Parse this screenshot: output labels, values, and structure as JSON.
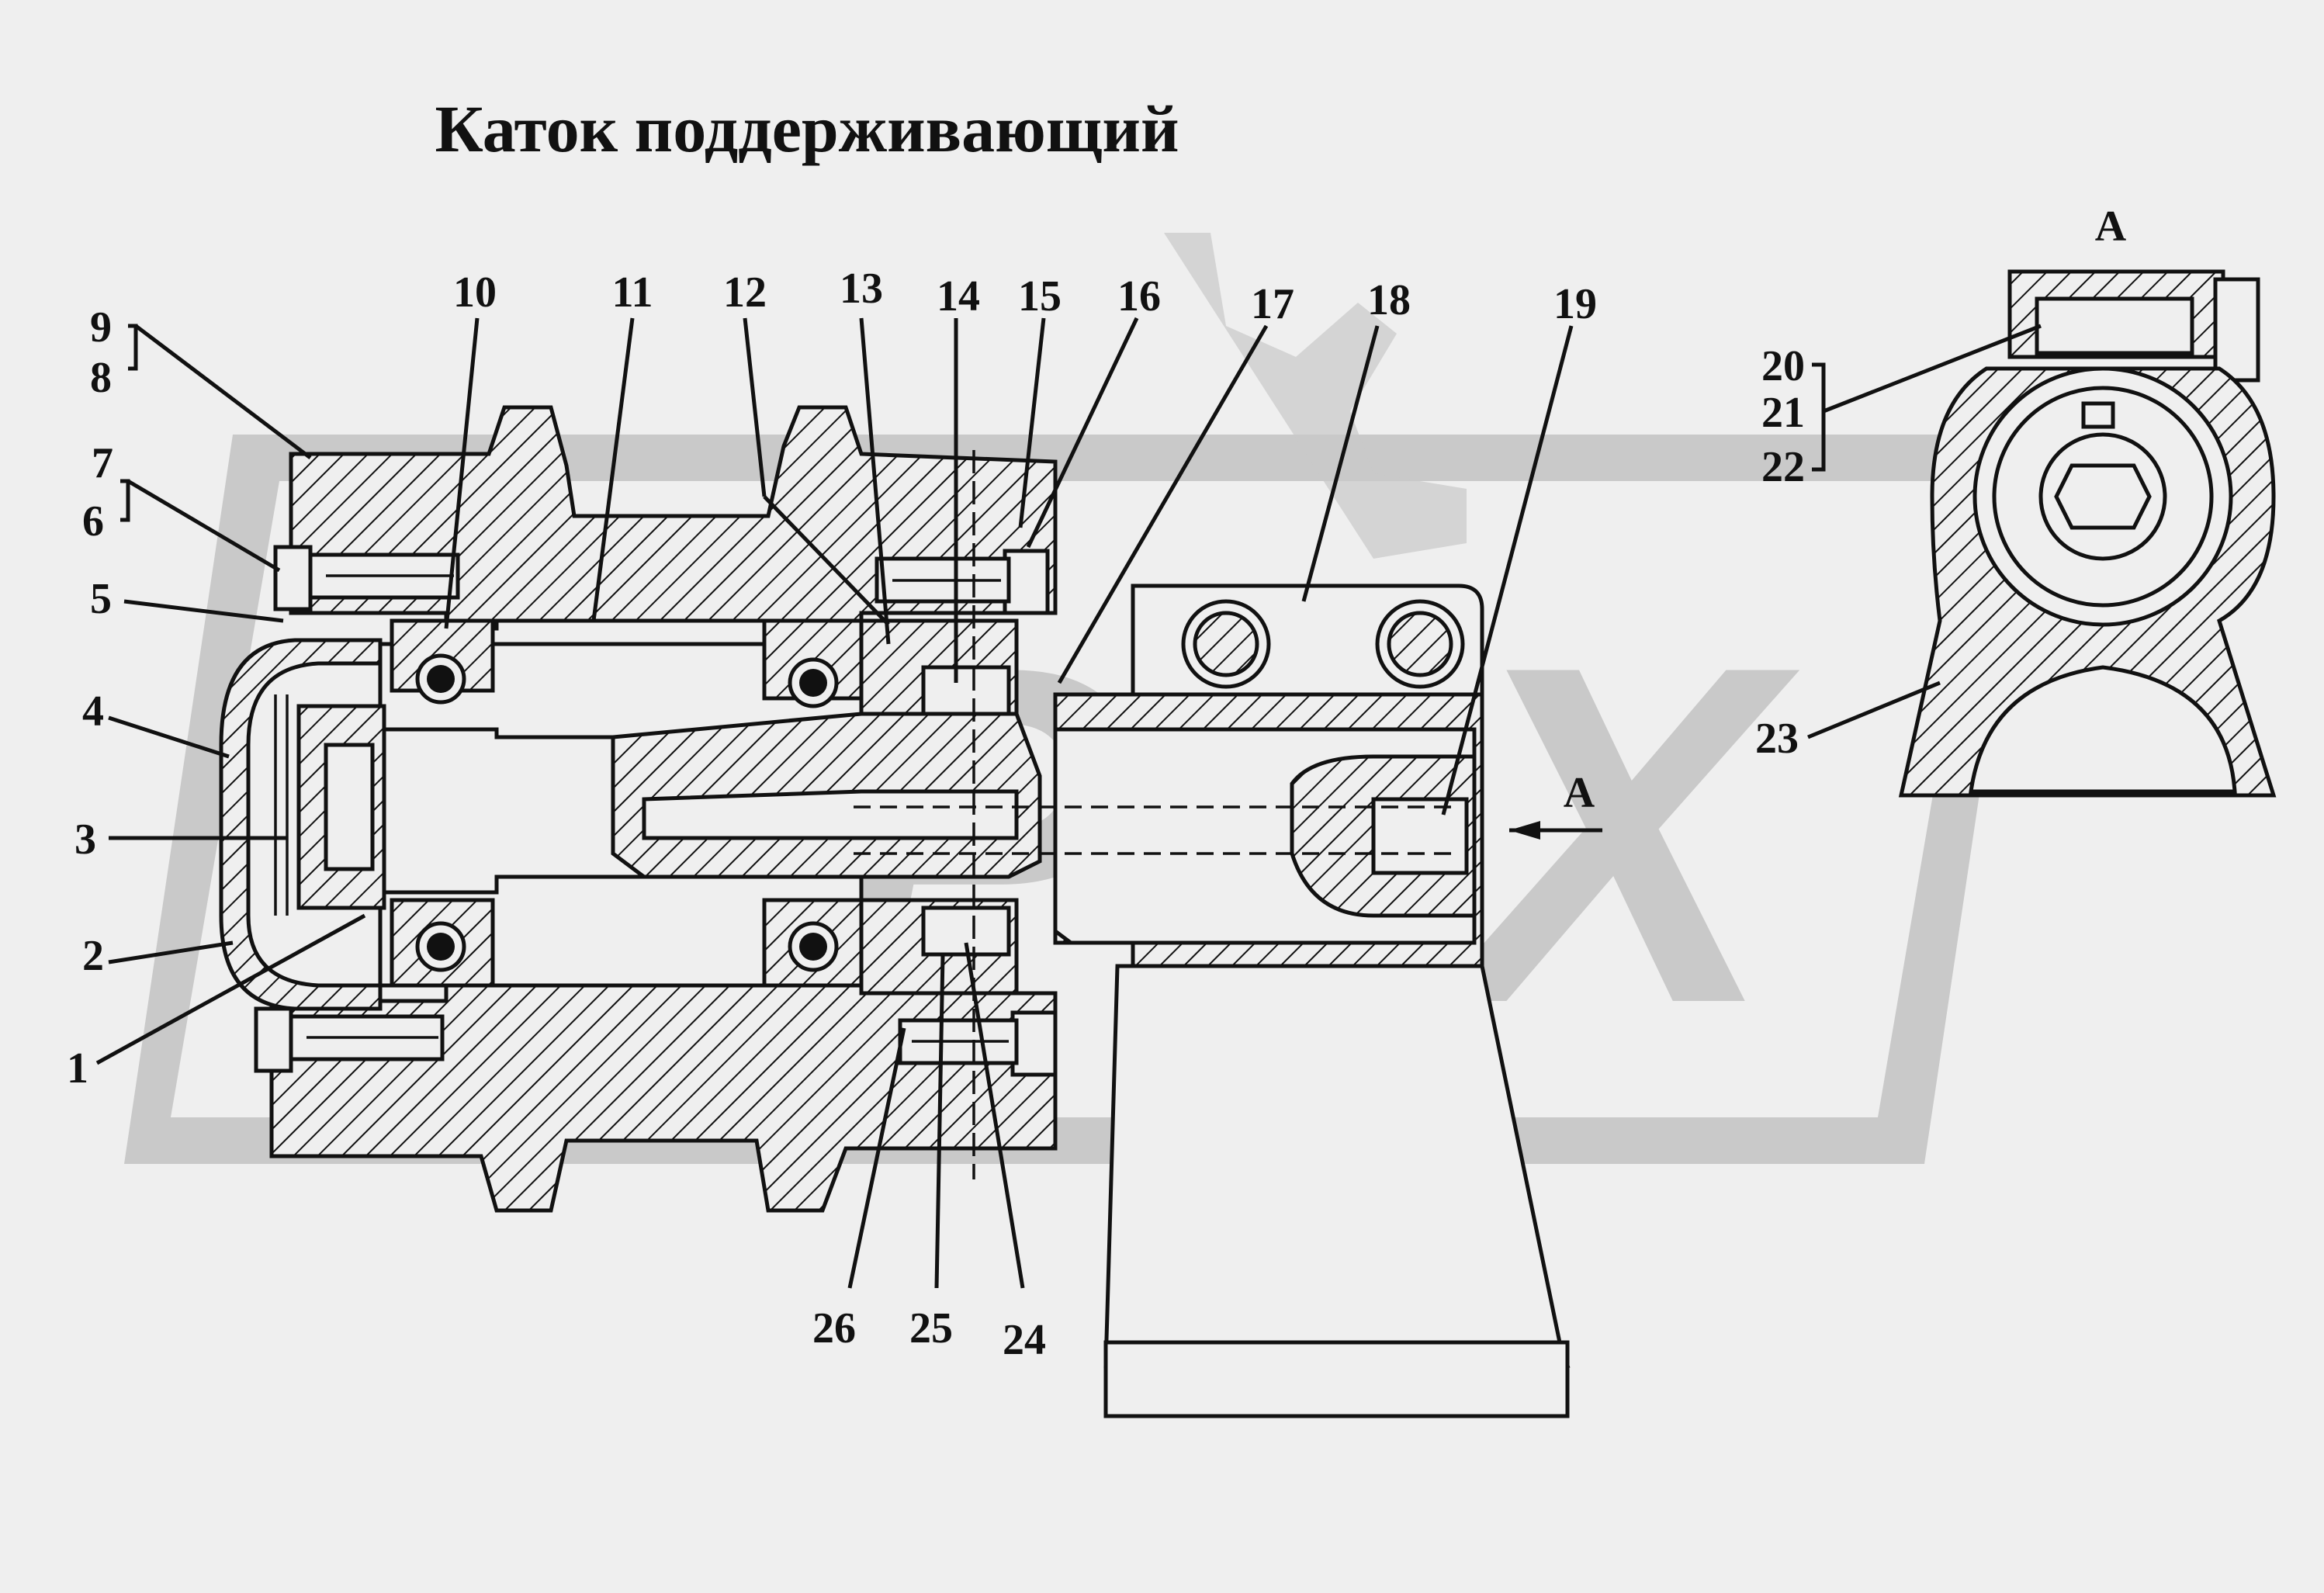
{
  "title": "Каток поддерживающий",
  "view_label": "А",
  "arrow_label": "А",
  "watermark": "DPEX",
  "callouts": [
    "1",
    "2",
    "3",
    "4",
    "5",
    "6",
    "7",
    "8",
    "9",
    "10",
    "11",
    "12",
    "13",
    "14",
    "15",
    "16",
    "17",
    "18",
    "19",
    "20",
    "21",
    "22",
    "23",
    "24",
    "25",
    "26"
  ],
  "colors": {
    "ink": "#111111",
    "paper": "#efefef",
    "watermark": "#c9c9c9"
  }
}
